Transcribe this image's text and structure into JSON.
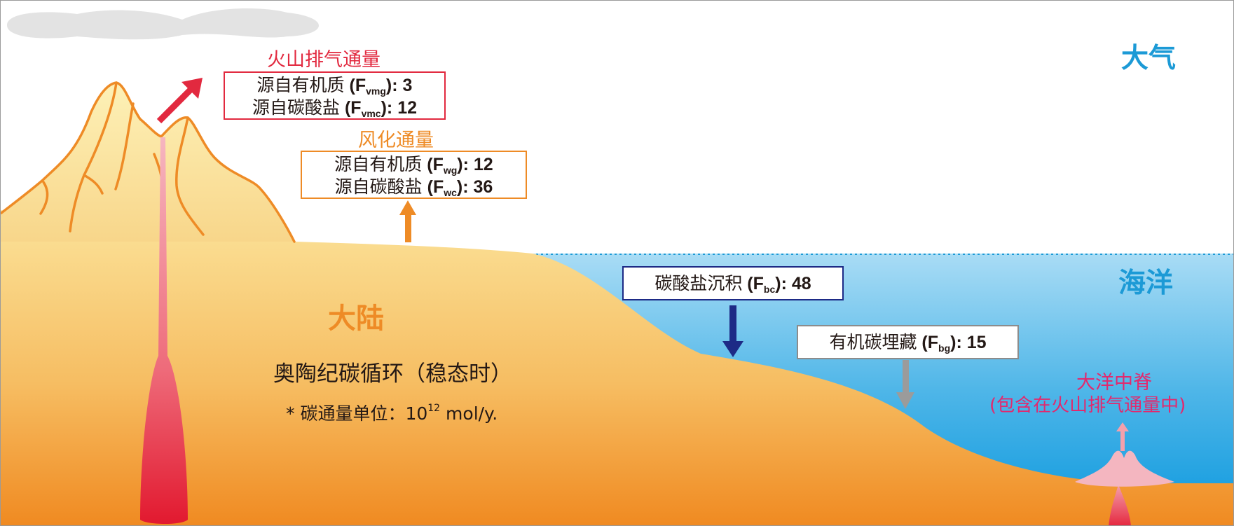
{
  "zones": {
    "atmosphere": "大气",
    "ocean": "海洋",
    "continent": "大陆"
  },
  "main": {
    "title": "奥陶纪碳循环（稳态时）",
    "unit_prefix": "* 碳通量单位：",
    "unit_base": "10",
    "unit_exp": "12",
    "unit_suffix": " mol/y."
  },
  "volcanic": {
    "title": "火山排气通量",
    "rows": [
      {
        "zh": "源自有机质",
        "sym": "F",
        "sub": "vmg",
        "value": "3"
      },
      {
        "zh": "源自碳酸盐",
        "sym": "F",
        "sub": "vmc",
        "value": "12"
      }
    ]
  },
  "weathering": {
    "title": "风化通量",
    "rows": [
      {
        "zh": "源自有机质",
        "sym": "F",
        "sub": "wg",
        "value": "12"
      },
      {
        "zh": "源自碳酸盐",
        "sym": "F",
        "sub": "wc",
        "value": "36"
      }
    ]
  },
  "carbonate_deposit": {
    "zh": "碳酸盐沉积",
    "sym": "F",
    "sub": "bc",
    "value": "48"
  },
  "organic_burial": {
    "zh": "有机碳埋藏",
    "sym": "F",
    "sub": "bg",
    "value": "15"
  },
  "ridge": {
    "line1": "大洋中脊",
    "line2": "(包含在火山排气通量中)"
  },
  "colors": {
    "volcanic": "#e2293f",
    "weathering": "#ee8b26",
    "carbonate_deposit": "#1d2a86",
    "organic_burial": "#8c8c8c",
    "ocean": "#1c9ad6",
    "ridge": "#e2296e"
  }
}
